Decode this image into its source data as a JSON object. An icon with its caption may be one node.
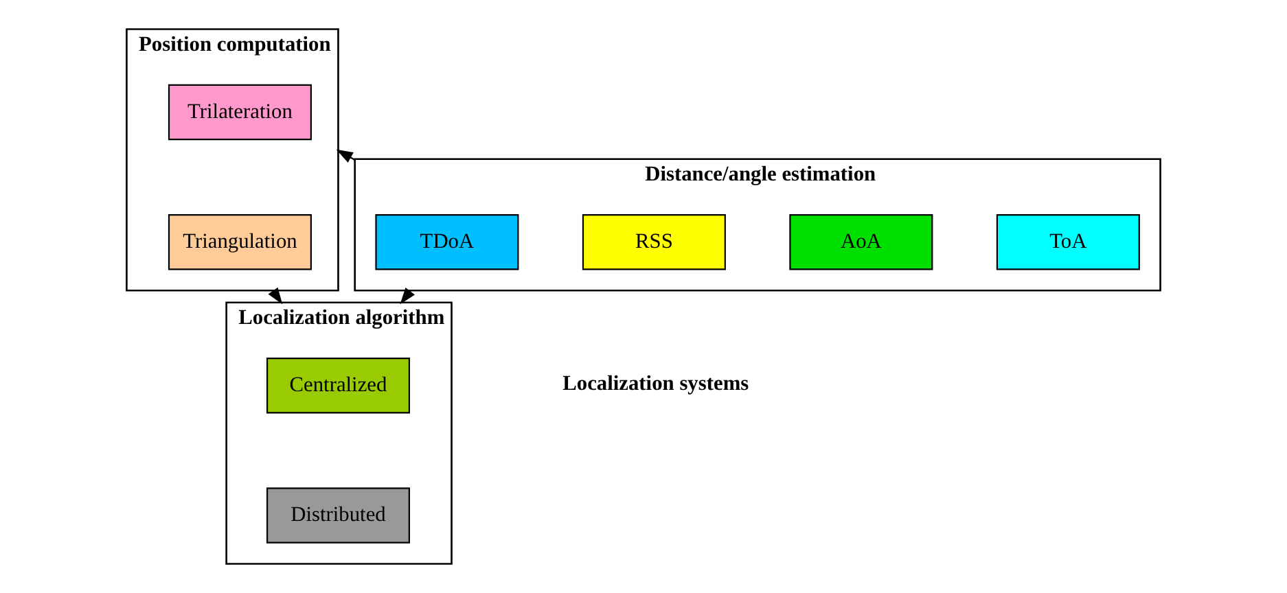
{
  "diagram": {
    "nodes": [
      {
        "text": [
          "Distance/angle estimation"
        ]
      },
      {
        "text": [
          "RSS"
        ],
        "in": 0
      },
      {
        "text": [
          "AoA"
        ],
        "in": 0
      },
      {
        "text": [
          "ToA"
        ],
        "in": 0
      },
      {
        "text": [
          "TDoA"
        ],
        "in": 0
      },
      {
        "text": [
          "Position computation"
        ]
      },
      {
        "text": [
          "Trilateration"
        ],
        "in": 5
      },
      {
        "text": [
          "Triangulation"
        ],
        "in": 5
      },
      {
        "text": [
          "Localization algorithm"
        ]
      },
      {
        "text": [
          "Centralized"
        ],
        "in": 8
      },
      {
        "text": [
          "Distributed"
        ],
        "in": 8
      }
    ],
    "edges": [
      {
        "from": 0,
        "to": 5,
        "arrow": "to"
      },
      {
        "from": 0,
        "to": 8,
        "arrow": "to"
      },
      {
        "from": 5,
        "to": 8,
        "arrow": "to"
      }
    ],
    "labels": [
      "Localization systems"
    ]
  }
}
